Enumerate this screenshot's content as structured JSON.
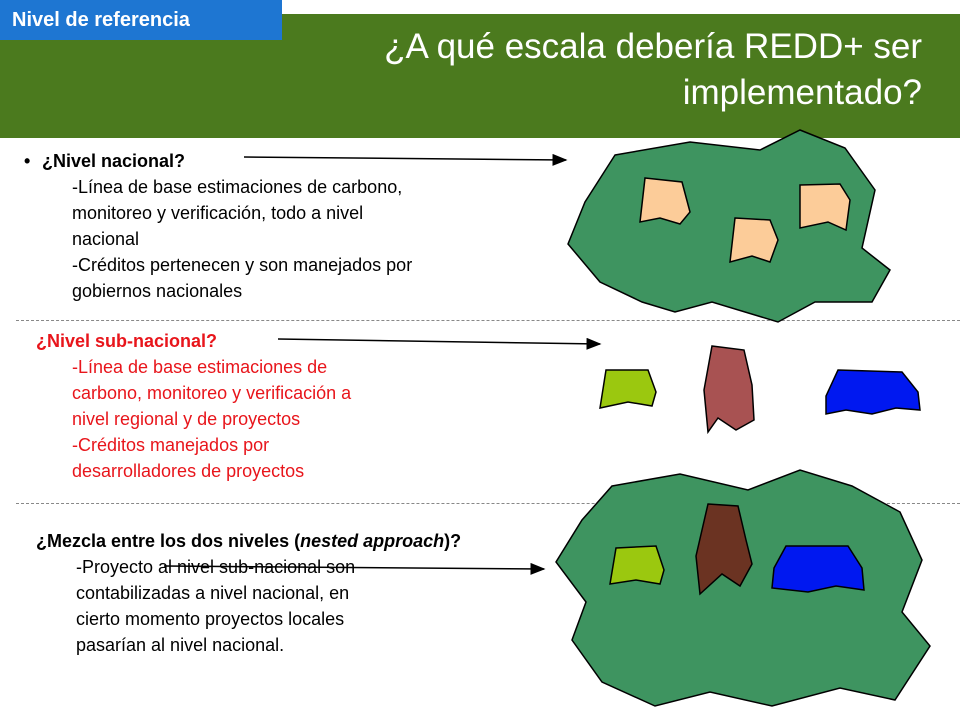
{
  "section_tag": "Nivel de referencia",
  "title": "¿A qué escala debería REDD+ ser implementado?",
  "blocks": [
    {
      "heading": "¿Nivel nacional?",
      "lines": [
        "-Línea de base estimaciones de carbono,",
        "monitoreo y verificación, todo a nivel",
        "nacional",
        "-Créditos pertenecen y son manejados por",
        "gobiernos nacionales"
      ]
    },
    {
      "heading": "¿Nivel sub-nacional?",
      "lines": [
        "-Línea de base estimaciones de",
        "carbono, monitoreo y verificación a",
        "nivel regional y de proyectos",
        "-Créditos manejados por",
        "desarrolladores de proyectos"
      ]
    },
    {
      "heading_pre": "¿Mezcla entre los dos niveles (",
      "heading_em": "nested approach",
      "heading_post": ")?",
      "lines": [
        "-Proyecto al nivel sub-nacional son",
        "contabilizadas a nivel nacional, en",
        "cierto momento proyectos locales",
        "pasarían al nivel nacional."
      ]
    }
  ],
  "colors": {
    "header": "#4b7a1e",
    "tag": "#1e76d2",
    "forest": "#3e9460",
    "peach": "#fccc99",
    "lime": "#9bc80f",
    "rose": "#a85252",
    "brown": "#6b3322",
    "blue": "#0018f0",
    "red_text": "#e8151b"
  }
}
